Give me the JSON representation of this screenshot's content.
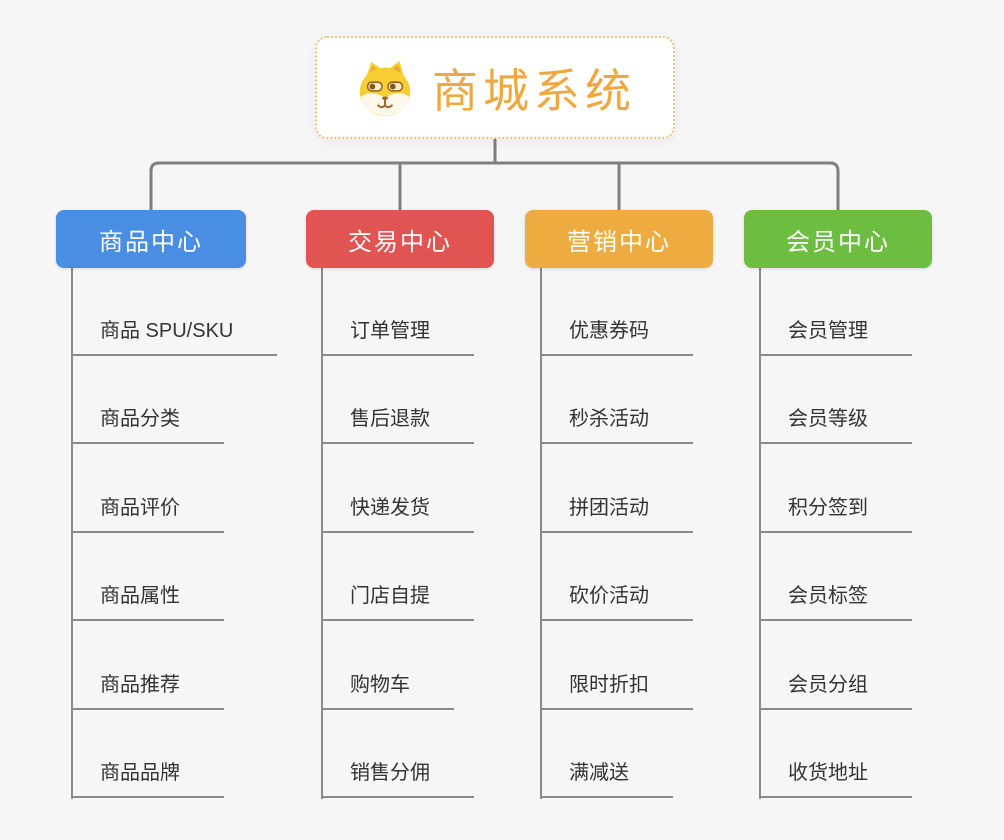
{
  "root": {
    "title": "商城系统",
    "icon": "dog-face-icon",
    "title_color": "#EFA83F",
    "border_color": "#F2C178"
  },
  "branches": [
    {
      "label": "商品中心",
      "color": "#4A8EE4",
      "children": [
        "商品 SPU/SKU",
        "商品分类",
        "商品评价",
        "商品属性",
        "商品推荐",
        "商品品牌"
      ]
    },
    {
      "label": "交易中心",
      "color": "#E05551",
      "children": [
        "订单管理",
        "售后退款",
        "快递发货",
        "门店自提",
        "购物车",
        "销售分佣"
      ]
    },
    {
      "label": "营销中心",
      "color": "#EDAB40",
      "children": [
        "优惠券码",
        "秒杀活动",
        "拼团活动",
        "砍价活动",
        "限时折扣",
        "满减送"
      ]
    },
    {
      "label": "会员中心",
      "color": "#6DBD41",
      "children": [
        "会员管理",
        "会员等级",
        "积分签到",
        "会员标签",
        "会员分组",
        "收货地址"
      ]
    }
  ],
  "connectors": {
    "top_color": "#7F7F7F",
    "child_color": "#8A8A8A"
  },
  "background_color": "#F6F6F7",
  "child_text_color": "#333333"
}
